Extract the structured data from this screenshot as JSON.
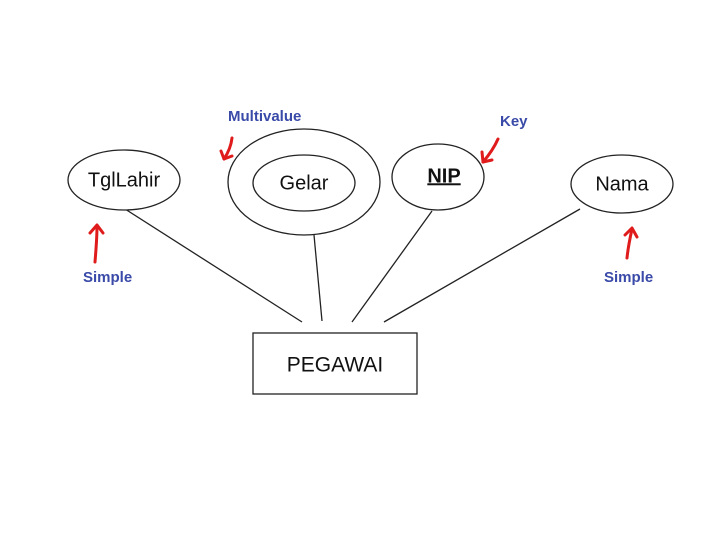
{
  "diagram": {
    "entity": {
      "label": "PEGAWAI"
    },
    "attributes": {
      "tgllahir": "TglLahir",
      "gelar": "Gelar",
      "nip": "NIP",
      "nama": "Nama"
    },
    "notes": {
      "multivalue": "Multivalue",
      "key": "Key",
      "simple_left": "Simple",
      "simple_right": "Simple"
    },
    "colors": {
      "line": "#222222",
      "note_text": "#3a4aa8",
      "arrow": "#e01b1b"
    }
  }
}
